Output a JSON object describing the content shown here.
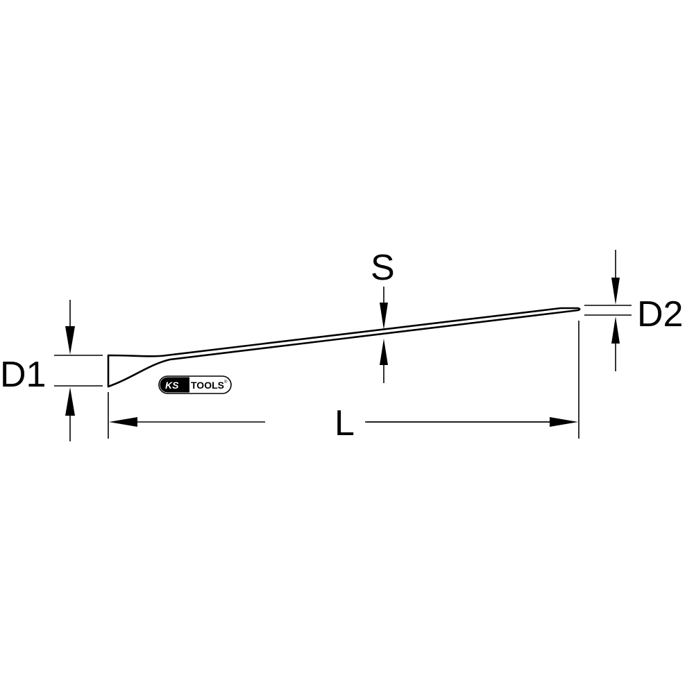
{
  "drawing": {
    "subject": "pry bar / crowbar technical dimension drawing",
    "colors": {
      "line": "#000000",
      "background": "#ffffff"
    },
    "labels": {
      "d1": "D1",
      "d2": "D2",
      "s": "S",
      "l": "L"
    },
    "logo": {
      "brand_left": "KS",
      "brand_right": "TOOLS",
      "mark": "®"
    }
  }
}
